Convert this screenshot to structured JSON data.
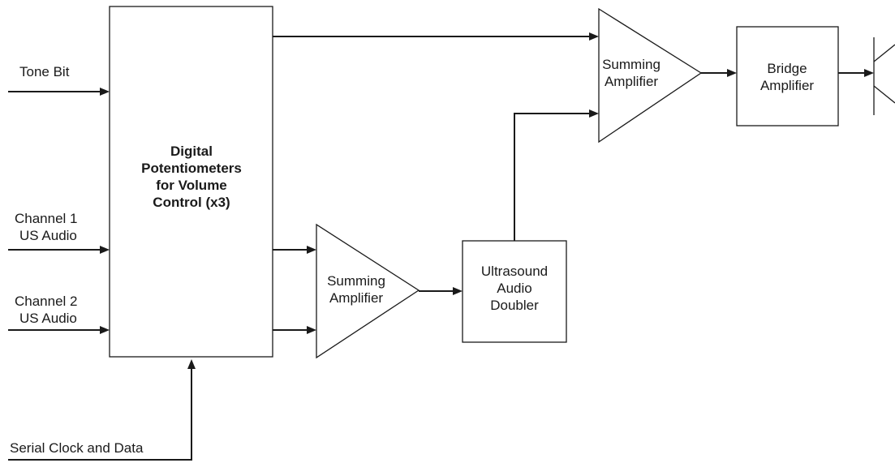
{
  "inputs": {
    "tone_bit": "Tone Bit",
    "channel1_line1": "Channel 1",
    "channel1_line2": "US Audio",
    "channel2_line1": "Channel 2",
    "channel2_line2": "US Audio",
    "serial": "Serial Clock and Data"
  },
  "blocks": {
    "digipot": {
      "line1": "Digital",
      "line2": "Potentiometers",
      "line3": "for Volume",
      "line4": "Control (x3)"
    },
    "summing_lower": {
      "line1": "Summing",
      "line2": "Amplifier"
    },
    "doubler": {
      "line1": "Ultrasound",
      "line2": "Audio",
      "line3": "Doubler"
    },
    "summing_upper": {
      "line1": "Summing",
      "line2": "Amplifier"
    },
    "bridge": {
      "line1": "Bridge",
      "line2": "Amplifier"
    }
  },
  "colors": {
    "line": "#1a1a1a",
    "background": "#ffffff"
  }
}
